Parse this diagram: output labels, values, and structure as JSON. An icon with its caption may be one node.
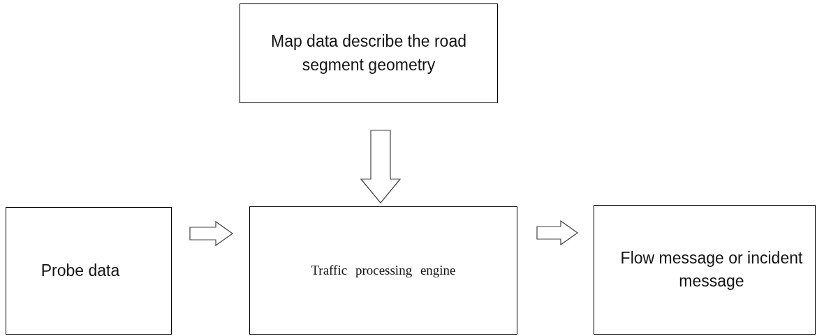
{
  "diagram": {
    "nodes": [
      {
        "text": [
          "Map data describe the road segment geometry"
        ]
      },
      {
        "text": [
          "Probe data"
        ]
      },
      {
        "text": [
          "Traffic processing engine"
        ]
      },
      {
        "text": [
          "Flow message or incident message"
        ]
      }
    ],
    "edges": [
      {
        "from": 0,
        "to": 2,
        "arrow": "to"
      },
      {
        "from": 1,
        "to": 2,
        "arrow": "to"
      },
      {
        "from": 2,
        "to": 3,
        "arrow": "to"
      }
    ]
  }
}
